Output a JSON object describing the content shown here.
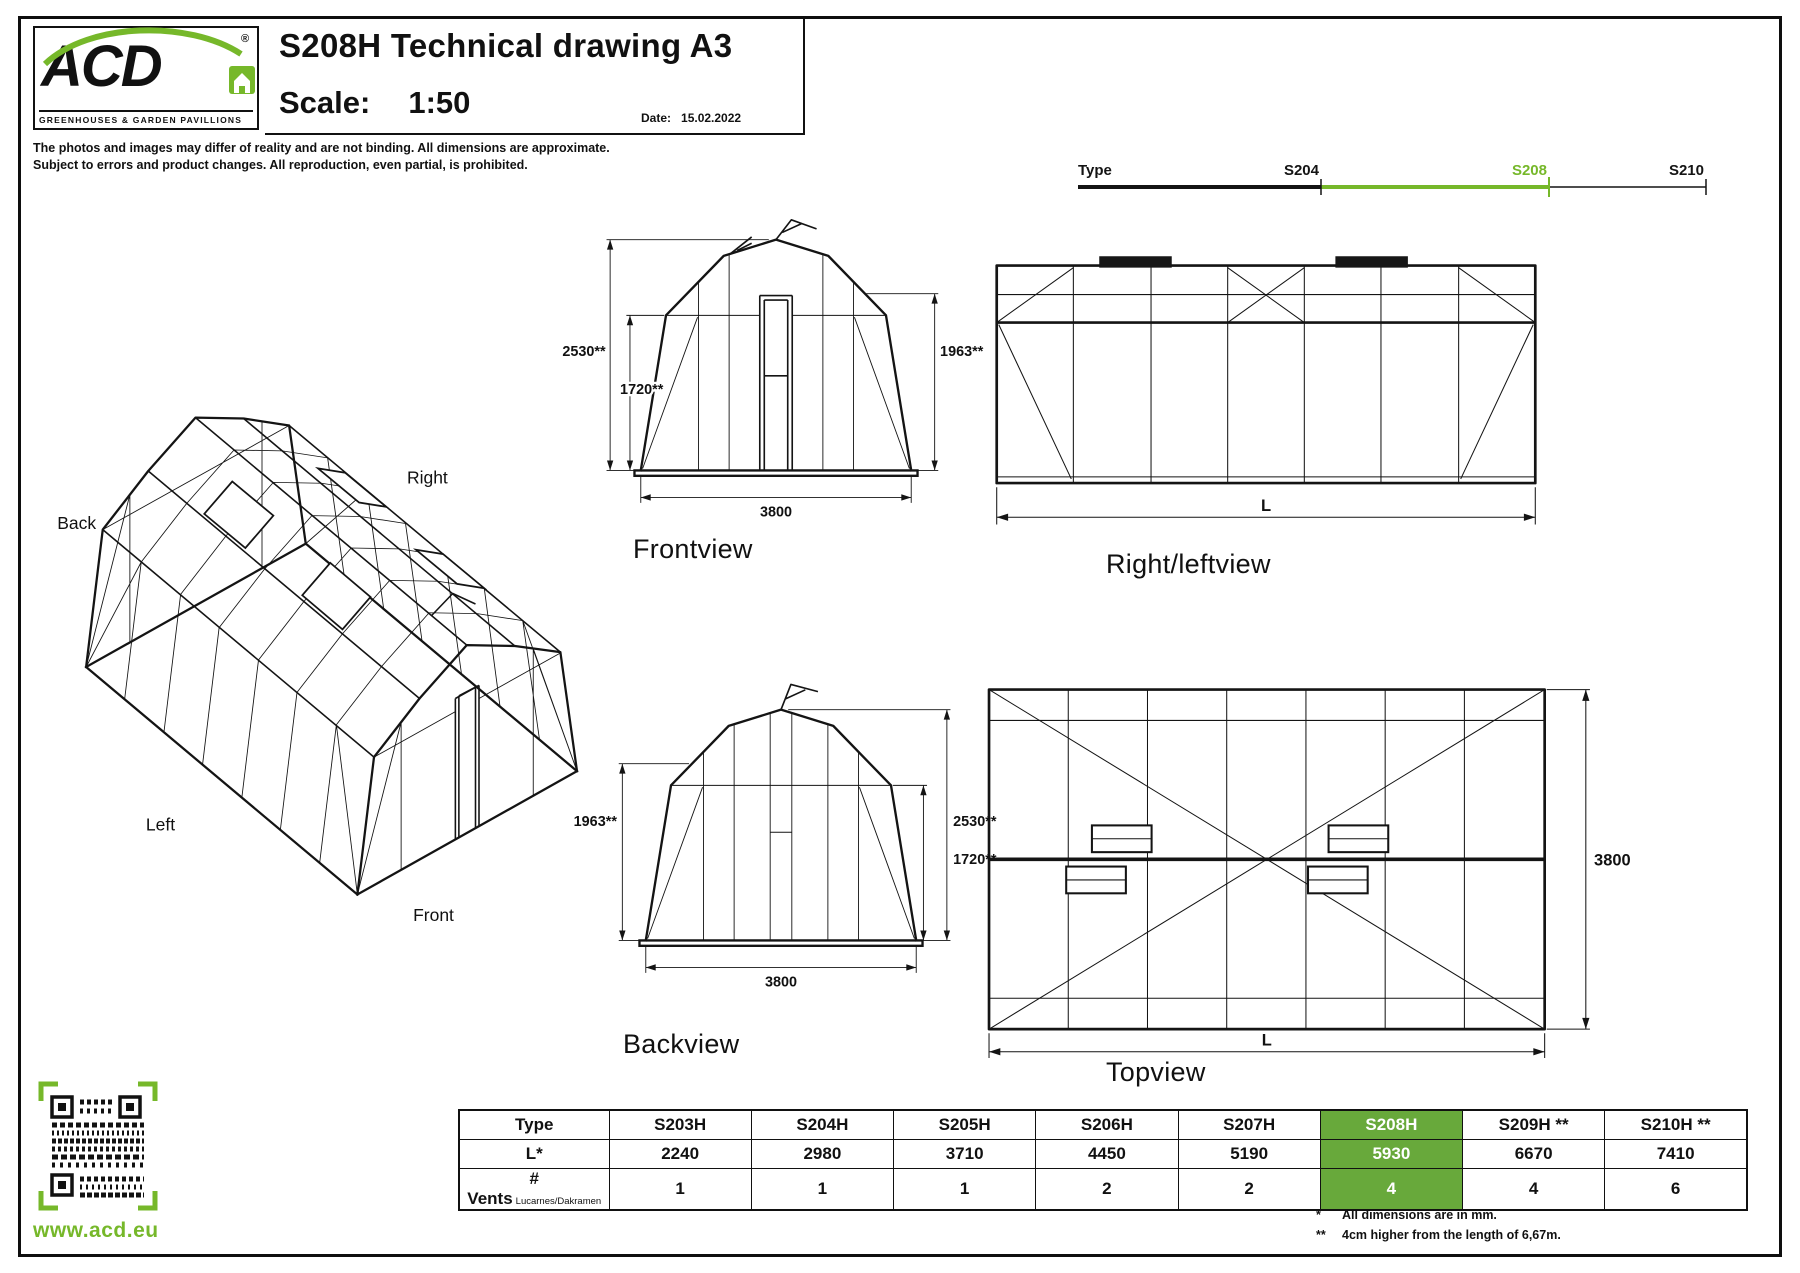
{
  "meta": {
    "brand": "ACD",
    "registered_mark": "®",
    "tagline": "GREENHOUSES & GARDEN PAVILLIONS",
    "website": "www.acd.eu",
    "accent_green": "#76b82a",
    "highlight_green": "#68a93b"
  },
  "header": {
    "title": "S208H Technical drawing A3",
    "scale_label": "Scale:",
    "scale_value": "1:50",
    "date_label": "Date:",
    "date_value": "15.02.2022",
    "disclaimer_line1": "The photos and images may differ of reality and are not binding. All dimensions are approximate.",
    "disclaimer_line2": "Subject to errors and product changes. All reproduction, even partial, is prohibited."
  },
  "type_scale": {
    "label": "Type",
    "s204": "S204",
    "s208": "S208",
    "s210": "S210"
  },
  "iso_view": {
    "label_back": "Back",
    "label_right": "Right",
    "label_left": "Left",
    "label_front": "Front"
  },
  "front_view": {
    "title": "Frontview",
    "dim_total_height": "2530**",
    "dim_wall_height": "1720**",
    "dim_shoulder_height": "1963**",
    "dim_width": "3800"
  },
  "side_view": {
    "title": "Right/leftview",
    "dim_length": "L"
  },
  "back_view": {
    "title": "Backview",
    "dim_shoulder_height": "1963**",
    "dim_total_height": "2530**",
    "dim_wall_height": "1720**",
    "dim_width": "3800"
  },
  "top_view": {
    "title": "Topview",
    "dim_width": "3800",
    "dim_length": "L"
  },
  "table": {
    "rows": [
      {
        "label": "Type",
        "sublabel": "",
        "values": [
          "S203H",
          "S204H",
          "S205H",
          "S206H",
          "S207H",
          "S208H",
          "S209H **",
          "S210H **"
        ]
      },
      {
        "label": "L*",
        "sublabel": "",
        "values": [
          "2240",
          "2980",
          "3710",
          "4450",
          "5190",
          "5930",
          "6670",
          "7410"
        ]
      },
      {
        "label": "# Vents",
        "sublabel": "Lucarnes/Dakramen",
        "values": [
          "1",
          "1",
          "1",
          "2",
          "2",
          "4",
          "4",
          "6"
        ]
      }
    ],
    "highlighted_column_index": 5
  },
  "footnotes": {
    "note1_mark": "*",
    "note1_text": "All dimensions are in mm.",
    "note2_mark": "**",
    "note2_text": "4cm higher from the length of 6,67m."
  }
}
